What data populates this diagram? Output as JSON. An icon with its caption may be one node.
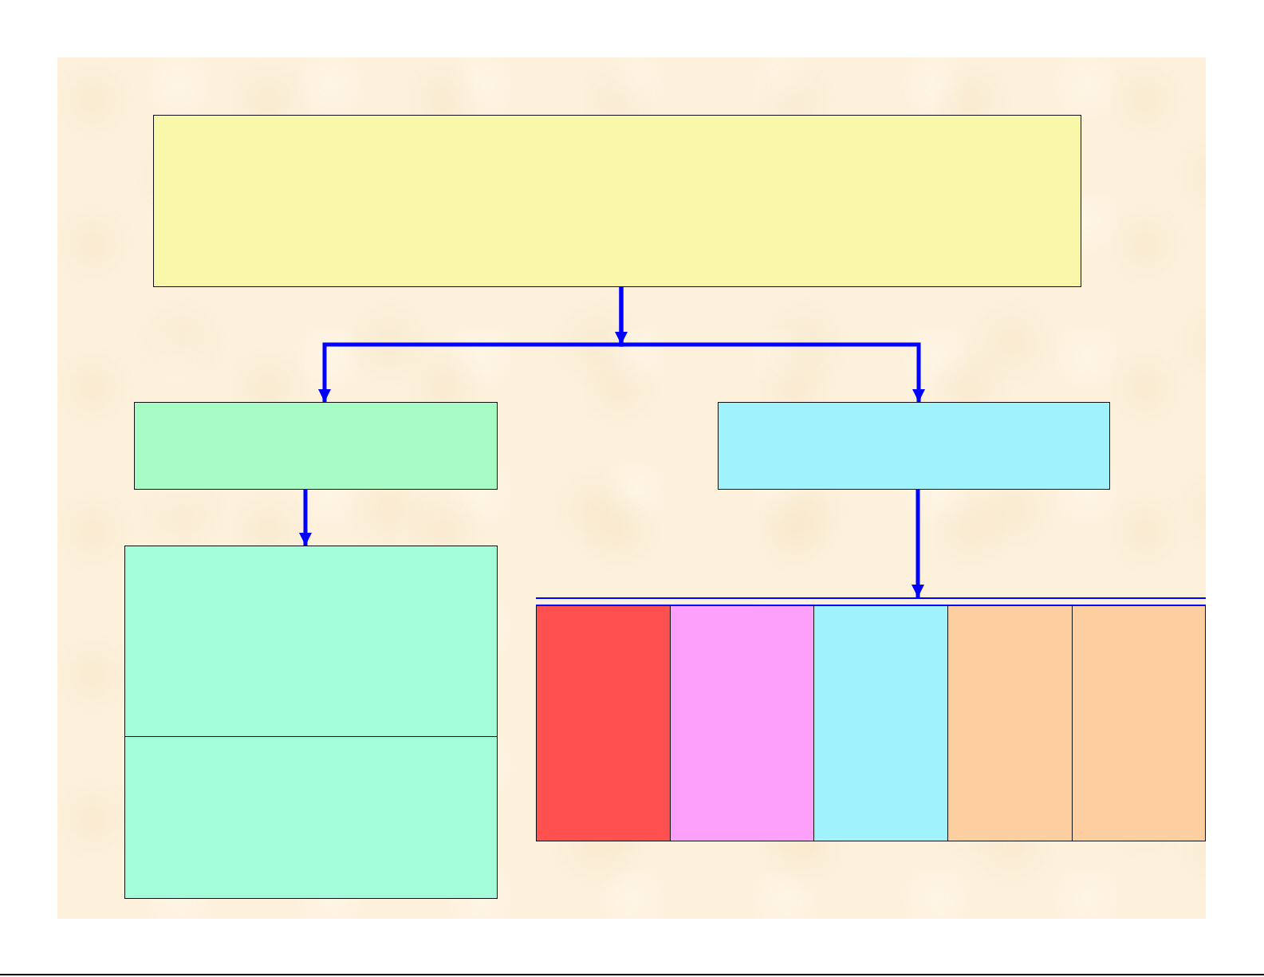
{
  "diagram": {
    "nodes": [
      {
        "text": [],
        "shape": "box"
      },
      {
        "text": [],
        "shape": "box"
      },
      {
        "text": [],
        "shape": "box"
      },
      {
        "text": [],
        "shape": "box"
      },
      {
        "text": [],
        "shape": "box"
      },
      {
        "text": [],
        "shape": "box"
      },
      {
        "text": [],
        "shape": "bar",
        "in": 5
      },
      {
        "text": [],
        "shape": "bar",
        "in": 5
      },
      {
        "text": [],
        "shape": "bar",
        "in": 5
      },
      {
        "text": [],
        "shape": "bar",
        "in": 5
      },
      {
        "text": [],
        "shape": "bar",
        "in": 5
      }
    ],
    "edges": [
      {
        "from": 0,
        "to": 1,
        "arrow": "to"
      },
      {
        "from": 0,
        "to": 2,
        "arrow": "to"
      },
      {
        "from": 1,
        "to": 3,
        "arrow": "to"
      },
      {
        "from": 2,
        "to": 5,
        "arrow": "to"
      }
    ]
  }
}
